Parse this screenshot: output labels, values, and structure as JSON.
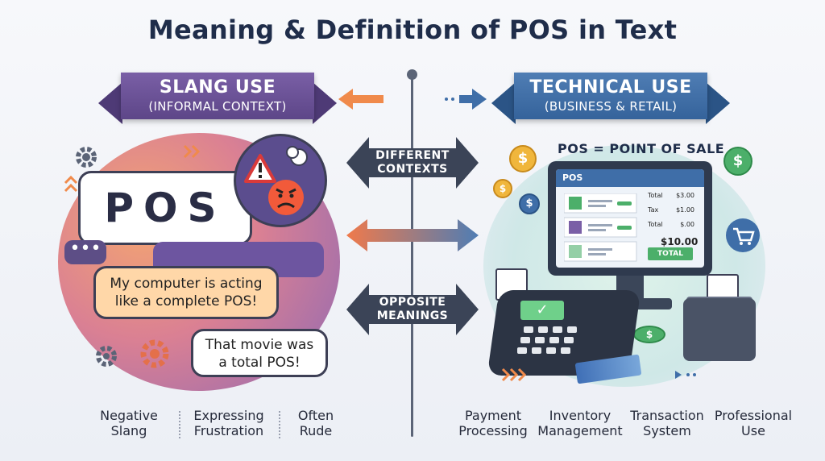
{
  "title": "Meaning & Definition of POS in Text",
  "left": {
    "banner_title": "SLANG USE",
    "banner_sub": "(INFORMAL CONTEXT)",
    "pos_word": "POS",
    "quote1_l1": "My computer is acting",
    "quote1_l2": "like a complete POS!",
    "quote2_l1": "That movie was",
    "quote2_l2": "a total POS!",
    "dots": "•••",
    "labels": [
      {
        "l1": "Negative",
        "l2": "Slang"
      },
      {
        "l1": "Expressing",
        "l2": "Frustration"
      },
      {
        "l1": "Often",
        "l2": "Rude"
      }
    ]
  },
  "center": {
    "arrow1_l1": "DIFFERENT",
    "arrow1_l2": "CONTEXTS",
    "arrow2_l1": "OPPOSITE",
    "arrow2_l2": "MEANINGS"
  },
  "right": {
    "banner_title": "TECHNICAL USE",
    "banner_sub": "(BUSINESS & RETAIL)",
    "definition": "POS = POINT OF SALE",
    "screen_title": "POS",
    "rows": [
      {
        "label": "Total",
        "value": "$3.00"
      },
      {
        "label": "Tax",
        "value": "$1.00"
      },
      {
        "label": "Total",
        "value": "$.00"
      }
    ],
    "grand_total": "$10.00",
    "total_button": "TOTAL",
    "coin_symbol": "$",
    "labels": [
      {
        "l1": "Payment",
        "l2": "Processing"
      },
      {
        "l1": "Inventory",
        "l2": "Management"
      },
      {
        "l1": "Transaction",
        "l2": "System"
      },
      {
        "l1": "Professional",
        "l2": "Use"
      }
    ]
  },
  "colors": {
    "slang_purple": "#6d55a0",
    "technical_blue": "#3f6ea8",
    "orange_accent": "#f08a4b",
    "green_money": "#4caf6a"
  }
}
